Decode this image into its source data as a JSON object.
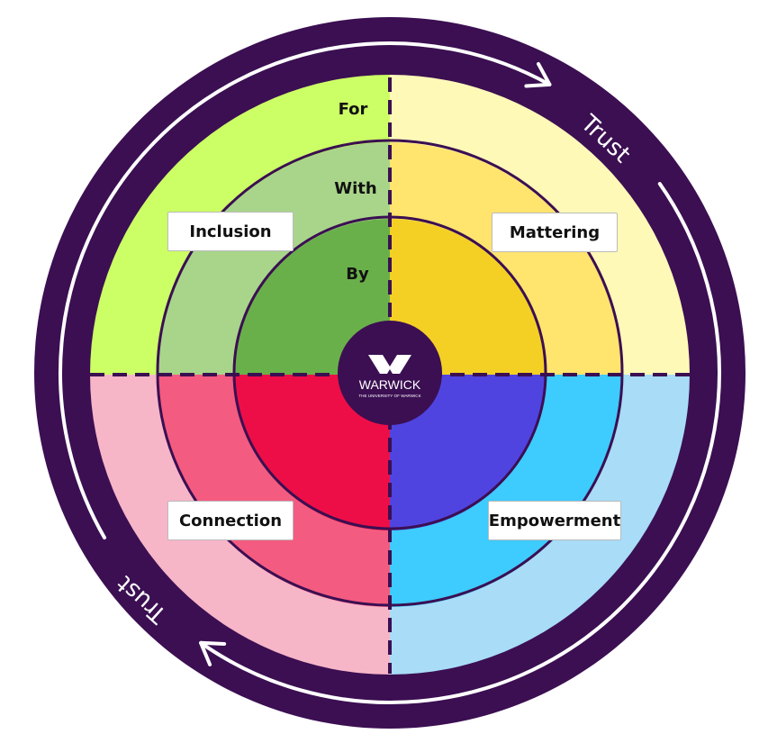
{
  "colors": {
    "ring": "#3b0f52",
    "top_left": [
      "#ccff66",
      "#a8d58a",
      "#6ab04a"
    ],
    "top_right": [
      "#fff9b8",
      "#ffe46e",
      "#f4d024"
    ],
    "bottom_left": [
      "#f7b5c8",
      "#f45b80",
      "#ee0e47"
    ],
    "bottom_right": [
      "#a8dcf7",
      "#3ecbfd",
      "#5044e0"
    ]
  },
  "levels": {
    "outer": "For",
    "middle": "With",
    "inner": "By"
  },
  "quadrants": {
    "top_left": "Inclusion",
    "top_right": "Mattering",
    "bottom_left": "Connection",
    "bottom_right": "Empowerment"
  },
  "ring_label_top": "Trust",
  "ring_label_bottom": "Trust",
  "logo": {
    "name": "WARWICK",
    "subtitle": "THE UNIVERSITY OF WARWICK"
  }
}
